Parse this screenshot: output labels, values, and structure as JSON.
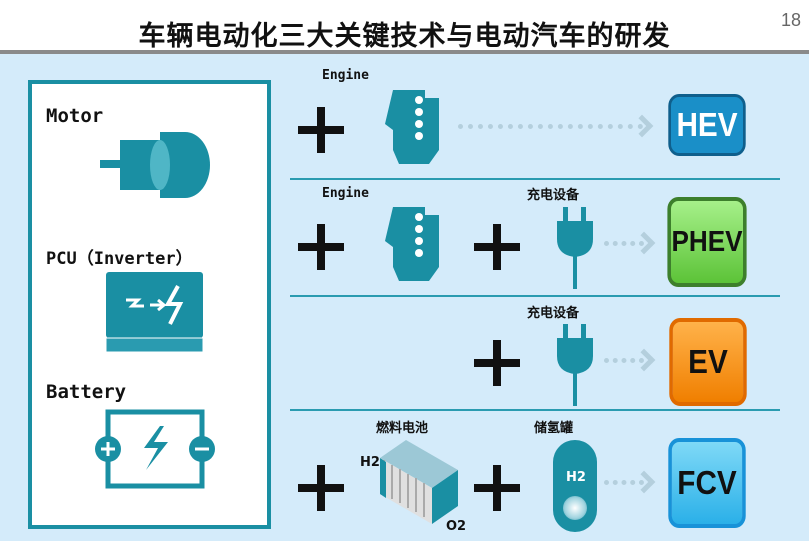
{
  "title": "车辆电动化三大关键技术与电动汽车的研发",
  "page_number": "18",
  "left_panel": {
    "motor": "Motor",
    "pcu": "PCU（Inverter）",
    "battery": "Battery"
  },
  "rows": [
    {
      "labels": {
        "engine": "Engine"
      },
      "result": "HEV",
      "color": "#1a8fc8"
    },
    {
      "labels": {
        "engine": "Engine",
        "charger": "充电设备"
      },
      "result": "PHEV",
      "color": "#6fd04a"
    },
    {
      "labels": {
        "charger": "充电设备"
      },
      "result": "EV",
      "color": "#f58a12"
    },
    {
      "labels": {
        "fuel_cell": "燃料电池",
        "tank": "储氢罐",
        "h2": "H2",
        "o2": "O2",
        "tank_h2": "H2"
      },
      "result": "FCV",
      "color": "#2ab0e8"
    }
  ]
}
